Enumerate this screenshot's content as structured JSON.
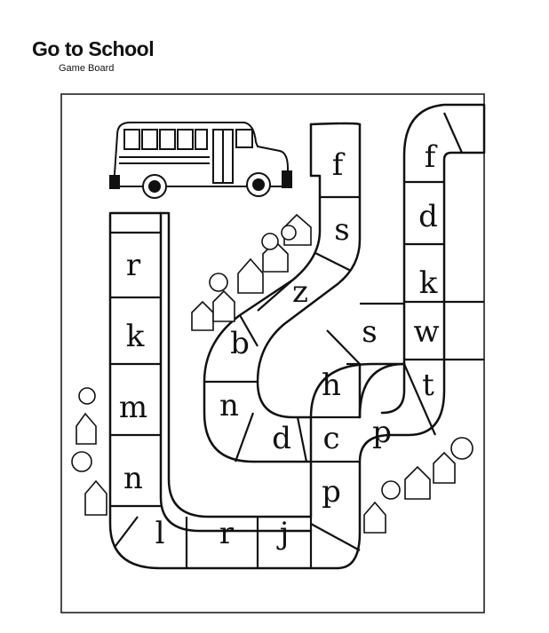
{
  "header": {
    "title": "Go to School",
    "subtitle": "Game Board"
  },
  "board": {
    "spaces": [
      {
        "letter": "f"
      },
      {
        "letter": "s"
      },
      {
        "letter": "z"
      },
      {
        "letter": "b"
      },
      {
        "letter": "n"
      },
      {
        "letter": "r"
      },
      {
        "letter": "k"
      },
      {
        "letter": "m"
      },
      {
        "letter": "n"
      },
      {
        "letter": "l"
      },
      {
        "letter": "r"
      },
      {
        "letter": "j"
      },
      {
        "letter": "p"
      },
      {
        "letter": "d"
      },
      {
        "letter": "c"
      },
      {
        "letter": "h"
      },
      {
        "letter": "s"
      },
      {
        "letter": "p"
      },
      {
        "letter": "t"
      },
      {
        "letter": "w"
      },
      {
        "letter": "k"
      },
      {
        "letter": "d"
      },
      {
        "letter": "f"
      }
    ]
  }
}
